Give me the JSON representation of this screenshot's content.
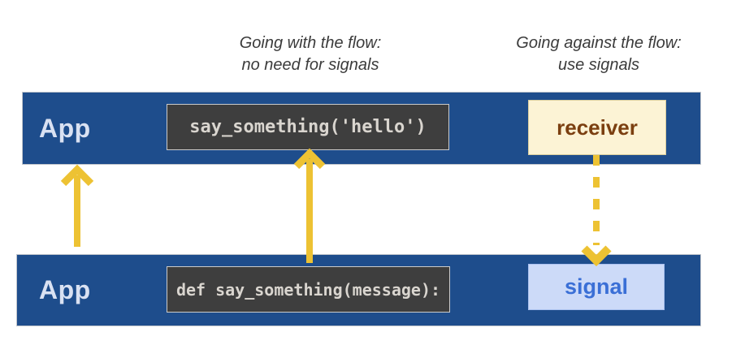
{
  "headers": {
    "left": {
      "line1": "Going with the flow:",
      "line2": "no need for signals"
    },
    "right": {
      "line1": "Going against the flow:",
      "line2": "use signals"
    }
  },
  "bars": {
    "top": {
      "app_label": "App",
      "code": "say_something('hello')",
      "box_label": "receiver"
    },
    "bottom": {
      "app_label": "App",
      "code": "def say_something(message):",
      "box_label": "signal"
    }
  },
  "arrows": {
    "left_up": "up-arrow",
    "middle_up": "up-arrow",
    "right_down": "dashed-down-arrow"
  },
  "colors": {
    "bar_blue": "#1e4d8c",
    "app_text": "#d9e1f2",
    "code_bg": "#3e3e3e",
    "code_text": "#d9d5cf",
    "receiver_bg": "#fcf3d5",
    "receiver_text": "#7b3f10",
    "signal_bg": "#ccdaf8",
    "signal_text": "#3a6fd6",
    "arrow": "#edc233",
    "header_text": "#3b3b3b"
  }
}
